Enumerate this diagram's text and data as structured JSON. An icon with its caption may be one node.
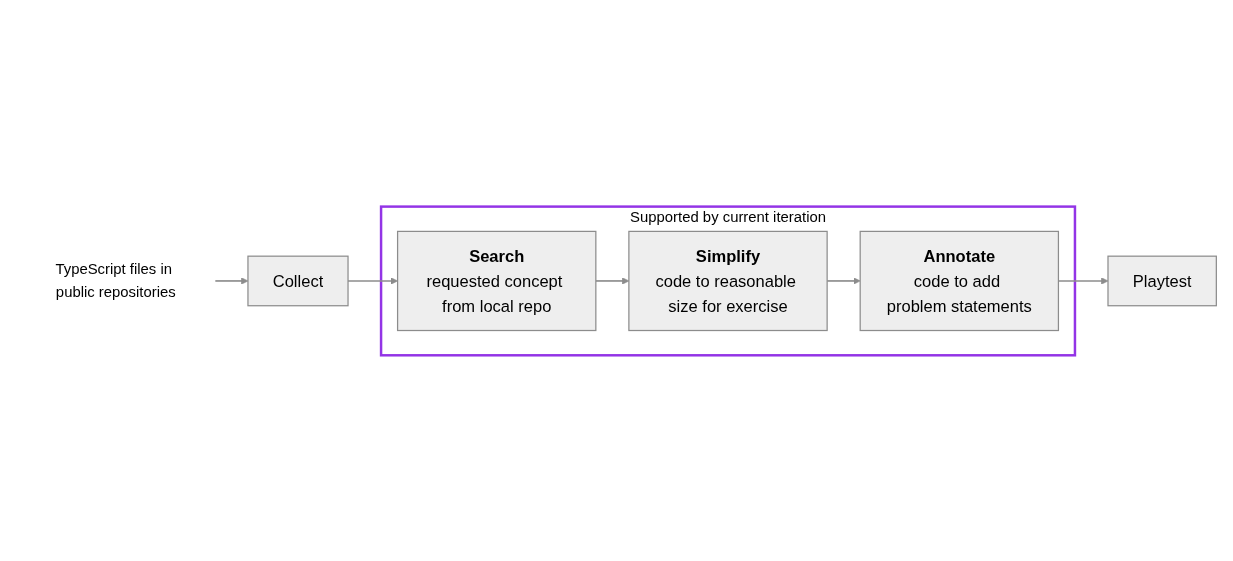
{
  "diagram": {
    "nodes": [
      {
        "text": [
          "TypeScript files in public repositories"
        ]
      },
      {
        "text": [
          "Collect"
        ]
      },
      {
        "text": [
          "Supported by current iteration"
        ]
      },
      {
        "text": [
          "Search",
          "requested concept from local repo"
        ],
        "in": 2
      },
      {
        "text": [
          "Simplify",
          "code to reasonable size for exercise"
        ],
        "in": 2
      },
      {
        "text": [
          "Annotate",
          "code to add problem statements"
        ],
        "in": 2
      },
      {
        "text": [
          "Playtest"
        ]
      }
    ],
    "edges": [
      {
        "from": 0,
        "to": 1,
        "arrow": "to"
      },
      {
        "from": 1,
        "to": 3,
        "arrow": "to"
      },
      {
        "from": 3,
        "to": 4,
        "arrow": "to"
      },
      {
        "from": 4,
        "to": 5,
        "arrow": "to"
      },
      {
        "from": 5,
        "to": 6,
        "arrow": "to"
      }
    ]
  }
}
